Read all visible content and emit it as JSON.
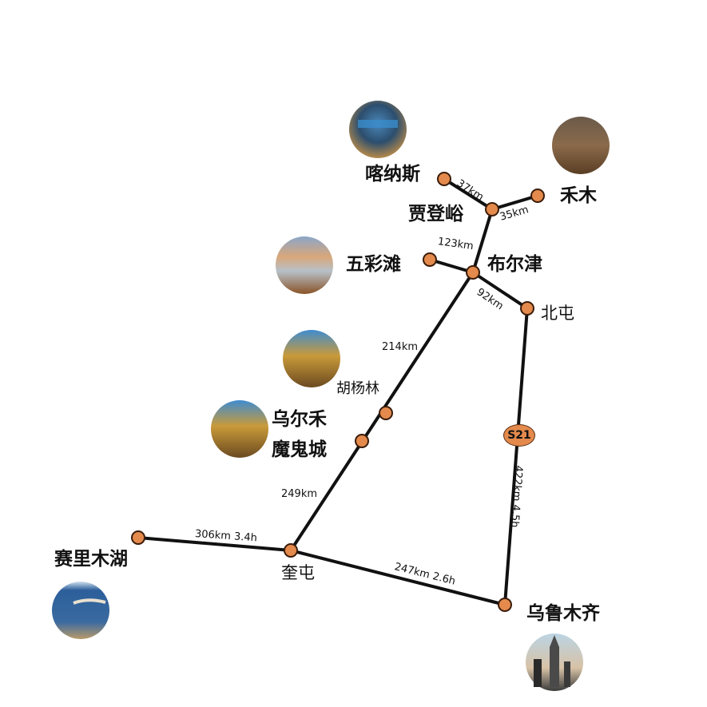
{
  "map": {
    "title": "",
    "colors": {
      "route_line": "#111111",
      "node_fill": "#e38a4c",
      "node_stroke": "#3a1c0a",
      "background": "#ffffff"
    },
    "places": {
      "kanas": "喀纳斯",
      "hemu": "禾木",
      "jiadengyu": "贾登峪",
      "wucaitan": "五彩滩",
      "burqin": "布尔津",
      "beitun": "北屯",
      "huyanglin": "胡杨林",
      "wuerhe_line1": "乌尔禾",
      "wuerhe_line2": "魔鬼城",
      "sayram": "赛里木湖",
      "kuitun": "奎屯",
      "urumqi": "乌鲁木齐"
    },
    "distances": {
      "kanas_jiadengyu": "37km",
      "jiadengyu_hemu": "35km",
      "jiadengyu_burqin": "123km",
      "burqin_beitun": "92km",
      "burqin_huyanglin": "214km",
      "wuerhe_kuitun": "249km",
      "sayram_kuitun": "306km 3.4h",
      "kuitun_urumqi": "247km 2.6h",
      "beitun_urumqi": "422km 4.5h"
    },
    "road_shield": "S21",
    "photos": [
      {
        "place": "喀纳斯",
        "icon": "lake-forest-photo"
      },
      {
        "place": "禾木",
        "icon": "village-photo"
      },
      {
        "place": "五彩滩",
        "icon": "colorful-beach-photo"
      },
      {
        "place": "胡杨林",
        "icon": "poplar-forest-photo"
      },
      {
        "place": "乌尔禾魔鬼城",
        "icon": "poplar-trees-photo"
      },
      {
        "place": "赛里木湖",
        "icon": "lake-photo"
      },
      {
        "place": "乌鲁木齐",
        "icon": "city-skyline-photo"
      }
    ]
  }
}
